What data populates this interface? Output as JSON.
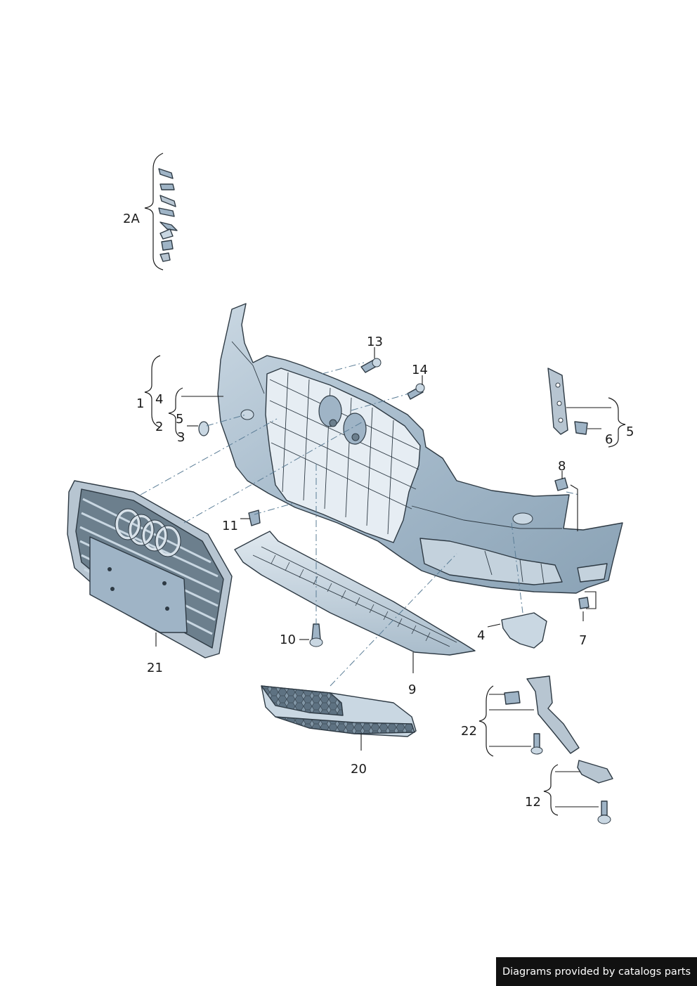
{
  "labels": {
    "l_2a": "2A",
    "l_13": "13",
    "l_14": "14",
    "l_1": "1",
    "l_4a": "4",
    "l_2": "2",
    "l_5a": "5",
    "l_3": "3",
    "l_5b": "5",
    "l_6": "6",
    "l_8": "8",
    "l_11": "11",
    "l_4b": "4",
    "l_7": "7",
    "l_10": "10",
    "l_9": "9",
    "l_21": "21",
    "l_20": "20",
    "l_22": "22",
    "l_12": "12"
  },
  "credit": "Diagrams provided by catalogs parts",
  "colors": {
    "bumper_fill": "#9fb4c6",
    "bumper_light": "#c9d7e2",
    "grille_dark": "#6c7f8d",
    "grille_frame": "#b7c5d1",
    "leader_line": "#1a1a1a",
    "dash_line": "#5b7d96"
  }
}
